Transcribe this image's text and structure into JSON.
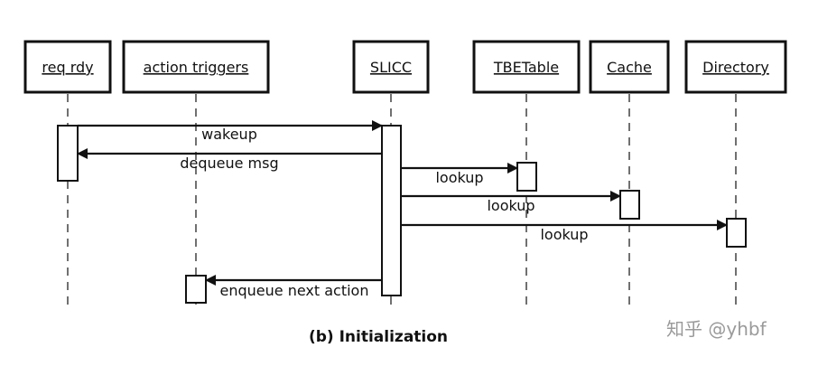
{
  "lifelines": [
    {
      "id": "req-rdy",
      "label": "req rdy"
    },
    {
      "id": "action-triggers",
      "label": "action triggers"
    },
    {
      "id": "slicc",
      "label": "SLICC"
    },
    {
      "id": "tbetable",
      "label": "TBETable"
    },
    {
      "id": "cache",
      "label": "Cache"
    },
    {
      "id": "directory",
      "label": "Directory"
    }
  ],
  "messages": [
    {
      "id": "wakeup",
      "label": "wakeup",
      "from": "req-rdy",
      "to": "slicc"
    },
    {
      "id": "dequeue",
      "label": "dequeue msg",
      "from": "slicc",
      "to": "req-rdy"
    },
    {
      "id": "lookup-tbetable",
      "label": "lookup",
      "from": "slicc",
      "to": "tbetable"
    },
    {
      "id": "lookup-cache",
      "label": "lookup",
      "from": "slicc",
      "to": "cache"
    },
    {
      "id": "lookup-directory",
      "label": "lookup",
      "from": "slicc",
      "to": "directory"
    },
    {
      "id": "enqueue",
      "label": "enqueue next action",
      "from": "slicc",
      "to": "action-triggers"
    }
  ],
  "caption": "(b) Initialization",
  "watermark": "知乎 @yhbf"
}
